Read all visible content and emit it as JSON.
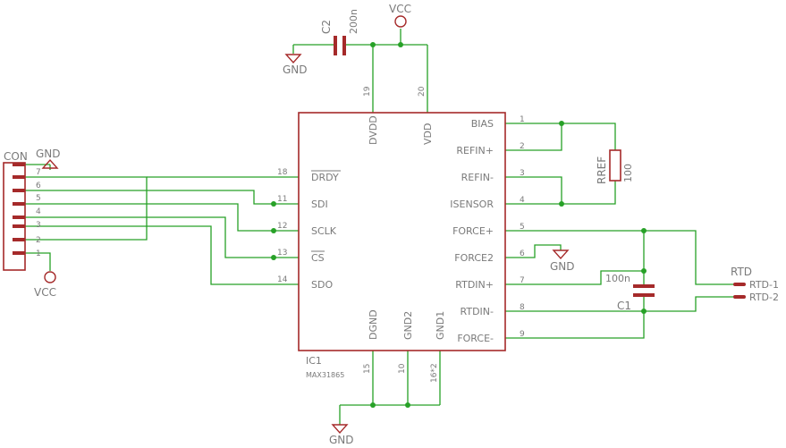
{
  "ic": {
    "name": "IC1",
    "value": "MAX31865",
    "left_pins": [
      {
        "num": "18",
        "name": "DRDY",
        "overbar": true
      },
      {
        "num": "11",
        "name": "SDI",
        "overbar": false
      },
      {
        "num": "12",
        "name": "SCLK",
        "overbar": false
      },
      {
        "num": "13",
        "name": "CS",
        "overbar": true
      },
      {
        "num": "14",
        "name": "SDO",
        "overbar": false
      }
    ],
    "right_pins": [
      {
        "num": "1",
        "name": "BIAS"
      },
      {
        "num": "2",
        "name": "REFIN+"
      },
      {
        "num": "3",
        "name": "REFIN-"
      },
      {
        "num": "4",
        "name": "ISENSOR"
      },
      {
        "num": "5",
        "name": "FORCE+"
      },
      {
        "num": "6",
        "name": "FORCE2"
      },
      {
        "num": "7",
        "name": "RTDIN+"
      },
      {
        "num": "8",
        "name": "RTDIN-"
      },
      {
        "num": "9",
        "name": "FORCE-"
      }
    ],
    "top_pins": [
      {
        "num": "19",
        "name": "DVDD"
      },
      {
        "num": "20",
        "name": "VDD"
      }
    ],
    "bottom_pins": [
      {
        "num": "15",
        "name": "DGND"
      },
      {
        "num": "10",
        "name": "GND2"
      },
      {
        "num": "16*2",
        "name": "GND1"
      }
    ]
  },
  "connector": {
    "name": "CON",
    "pins": [
      "7",
      "6",
      "5",
      "4",
      "3",
      "2",
      "1"
    ]
  },
  "c2": {
    "name": "C2",
    "value": "200n"
  },
  "c1": {
    "name": "C1",
    "value": "100n"
  },
  "rref": {
    "name": "RREF",
    "value": "100"
  },
  "rtd": {
    "name": "RTD",
    "pins": [
      "RTD-1",
      "RTD-2"
    ]
  },
  "supplies": {
    "vcc": "VCC",
    "gnd": "GND"
  },
  "colors": {
    "wire": "#27a127",
    "part": "#a52a2a",
    "text": "#7a7a7a"
  }
}
